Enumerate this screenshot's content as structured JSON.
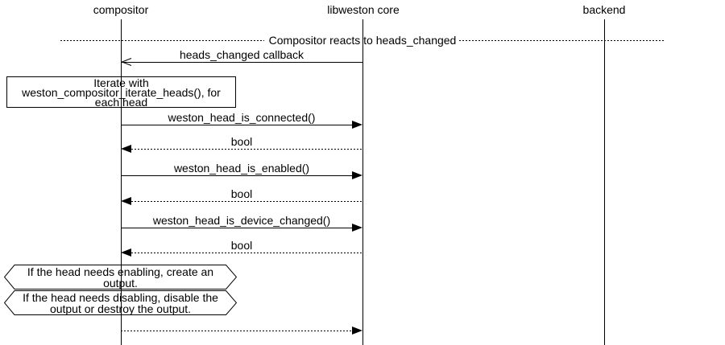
{
  "colors": {
    "line": "#000000",
    "background": "#ffffff",
    "text": "#000000"
  },
  "participants": [
    {
      "label": "compositor"
    },
    {
      "label": "libweston core"
    },
    {
      "label": "backend"
    }
  ],
  "divider": {
    "label": "Compositor reacts to heads_changed"
  },
  "messages": [
    {
      "label": "heads_changed callback",
      "from": "libweston core",
      "to": "compositor",
      "line": "solid",
      "arrowhead": "open"
    },
    {
      "label": "weston_head_is_connected()",
      "from": "compositor",
      "to": "libweston core",
      "line": "solid",
      "arrowhead": "filled"
    },
    {
      "label": "bool",
      "from": "libweston core",
      "to": "compositor",
      "line": "dotted",
      "arrowhead": "filled"
    },
    {
      "label": "weston_head_is_enabled()",
      "from": "compositor",
      "to": "libweston core",
      "line": "solid",
      "arrowhead": "filled"
    },
    {
      "label": "bool",
      "from": "libweston core",
      "to": "compositor",
      "line": "dotted",
      "arrowhead": "filled"
    },
    {
      "label": "weston_head_is_device_changed()",
      "from": "compositor",
      "to": "libweston core",
      "line": "solid",
      "arrowhead": "filled"
    },
    {
      "label": "bool",
      "from": "libweston core",
      "to": "compositor",
      "line": "dotted",
      "arrowhead": "filled"
    },
    {
      "label": "",
      "from": "compositor",
      "to": "libweston core",
      "line": "dotted",
      "arrowhead": "filled"
    }
  ],
  "note": {
    "lines": [
      "Iterate with",
      "weston_compositor_iterate_heads(), for",
      "each head"
    ]
  },
  "conditions": [
    {
      "lines": [
        "If the head needs enabling, create an",
        "output."
      ]
    },
    {
      "lines": [
        "If the head needs disabling, disable the",
        "output or destroy the output."
      ]
    }
  ]
}
